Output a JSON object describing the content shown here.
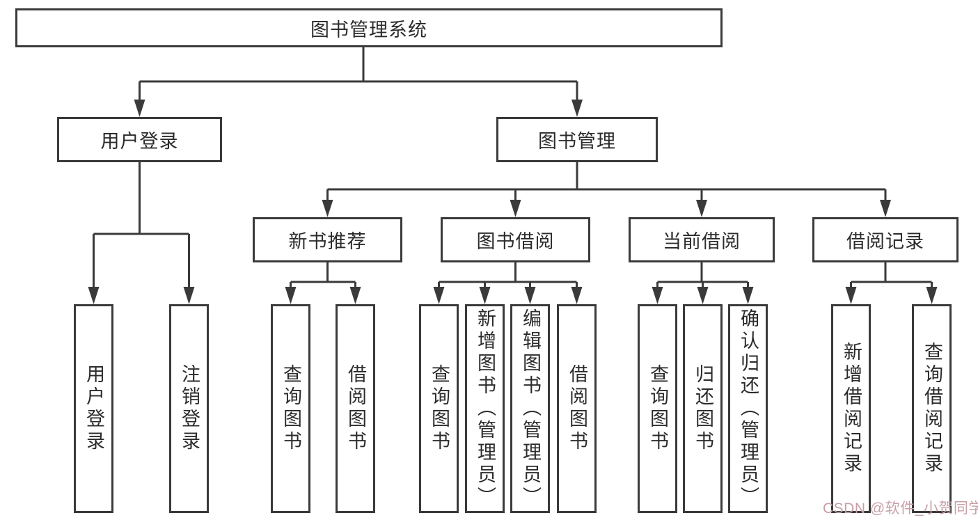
{
  "colors": {
    "line": "#3a3a3a",
    "box_border": "#3a3a3a",
    "box_background": "#ffffff",
    "text": "#2b2b2b",
    "page_background": "#ffffff",
    "watermark": "#c79fa7"
  },
  "watermark": {
    "text": "CSDN @软件_小贺同学"
  },
  "tree": {
    "label": "图书管理系统",
    "children": [
      {
        "label": "用户登录",
        "children": [
          {
            "label": "用户登录"
          },
          {
            "label": "注销登录"
          }
        ]
      },
      {
        "label": "图书管理",
        "children": [
          {
            "label": "新书推荐",
            "children": [
              {
                "label": "查询图书"
              },
              {
                "label": "借阅图书"
              }
            ]
          },
          {
            "label": "图书借阅",
            "children": [
              {
                "label": "查询图书"
              },
              {
                "label": "新增图书（管理员）"
              },
              {
                "label": "编辑图书（管理员）"
              },
              {
                "label": "借阅图书"
              }
            ]
          },
          {
            "label": "当前借阅",
            "children": [
              {
                "label": "查询图书"
              },
              {
                "label": "归还图书"
              },
              {
                "label": "确认归还（管理员）"
              }
            ]
          },
          {
            "label": "借阅记录",
            "children": [
              {
                "label": "新增借阅记录"
              },
              {
                "label": "查询借阅记录"
              }
            ]
          }
        ]
      }
    ]
  }
}
